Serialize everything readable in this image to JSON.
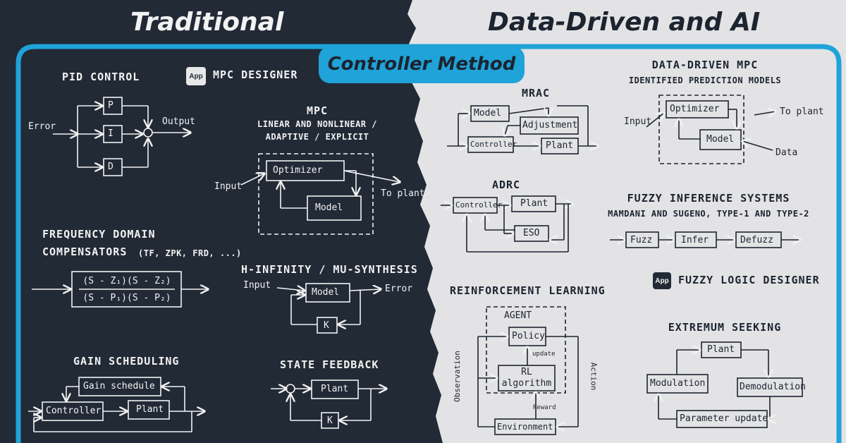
{
  "headers": {
    "left": "Traditional",
    "right": "Data-Driven and AI",
    "center": "Controller Method"
  },
  "colors": {
    "dark_panel": "#222a36",
    "light_panel": "#e3e3e5",
    "accent": "#1fa3d8",
    "chalk": "#f2f2f2",
    "ink": "#1c2430"
  },
  "icons": {
    "app": "app-icon"
  },
  "traditional": {
    "pid": {
      "title": "PID CONTROL",
      "p": "P",
      "i": "I",
      "d": "D",
      "input": "Error",
      "output": "Output"
    },
    "mpc_designer": {
      "badge": "App",
      "label": "MPC DESIGNER"
    },
    "mpc": {
      "title": "MPC",
      "subtitle1": "LINEAR AND NONLINEAR /",
      "subtitle2": "ADAPTIVE / EXPLICIT",
      "input": "Input",
      "optimizer": "Optimizer",
      "model": "Model",
      "output": "To plant"
    },
    "freq": {
      "title1": "FREQUENCY DOMAIN",
      "title2": "COMPENSATORS",
      "title2_suffix": "(TF, ZPK, FRD, ...)",
      "numerator": "(S - Z₁)(S - Z₂)",
      "denominator": "(S - P₁)(S - P₂)"
    },
    "hinf": {
      "title": "H-INFINITY / MU-SYNTHESIS",
      "input": "Input",
      "model": "Model",
      "k": "K",
      "output": "Error"
    },
    "gain": {
      "title": "GAIN SCHEDULING",
      "schedule": "Gain schedule",
      "controller": "Controller",
      "plant": "Plant"
    },
    "state_feedback": {
      "title": "STATE FEEDBACK",
      "plant": "Plant",
      "k": "K"
    }
  },
  "data_driven": {
    "mrac": {
      "title": "MRAC",
      "model": "Model",
      "adjustment": "Adjustment",
      "controller": "Controller",
      "plant": "Plant"
    },
    "ddmpc": {
      "title": "DATA-DRIVEN MPC",
      "subtitle": "IDENTIFIED PREDICTION MODELS",
      "input": "Input",
      "optimizer": "Optimizer",
      "model": "Model",
      "output": "To plant",
      "data": "Data"
    },
    "adrc": {
      "title": "ADRC",
      "controller": "Controller",
      "plant": "Plant",
      "eso": "ESO"
    },
    "fuzzy": {
      "title": "FUZZY INFERENCE SYSTEMS",
      "subtitle": "MAMDANI AND SUGENO, TYPE-1 AND TYPE-2",
      "fuzz": "Fuzz",
      "infer": "Infer",
      "defuzz": "Defuzz"
    },
    "fuzzy_designer": {
      "badge": "App",
      "label": "FUZZY LOGIC DESIGNER"
    },
    "rl": {
      "title": "REINFORCEMENT LEARNING",
      "agent": "AGENT",
      "policy": "Policy",
      "update": "update",
      "algorithm1": "RL",
      "algorithm2": "algorithm",
      "reward": "Reward",
      "environment": "Environment",
      "observation": "Observation",
      "action": "Action"
    },
    "es": {
      "title": "EXTREMUM SEEKING",
      "plant": "Plant",
      "modulation": "Modulation",
      "demodulation": "Demodulation",
      "update": "Parameter update"
    }
  }
}
